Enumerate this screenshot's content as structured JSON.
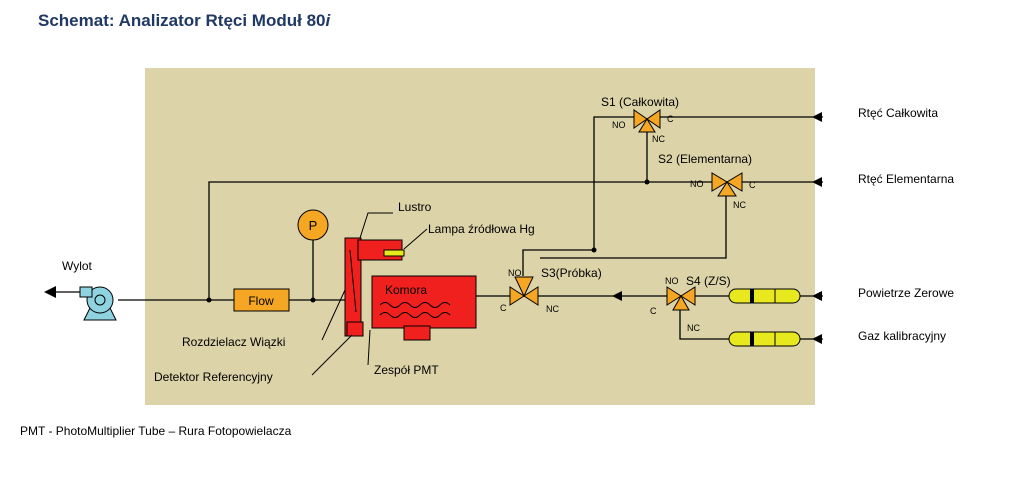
{
  "title": {
    "main": "Schemat: Analizator Rtęci Moduł 80",
    "suffix": "i"
  },
  "footnote": "PMT - PhotoMultiplier Tube – Rura Fotopowielacza",
  "inputs": {
    "total": "Rtęć Całkowita",
    "elemental": "Rtęć Elementarna",
    "zero_air": "Powietrze Zerowe",
    "cal_gas": "Gaz kalibracyjny"
  },
  "outlet": "Wylot",
  "components": {
    "flow": "Flow",
    "pressure": "P",
    "mirror": "Lustro",
    "lamp": "Lampa źródłowa Hg",
    "chamber": "Komora",
    "splitter": "Rozdzielacz Wiązki",
    "ref_detector": "Detektor Referencyjny",
    "pmt": "Zespół PMT"
  },
  "valves": {
    "s1": {
      "name": "S1 (Całkowita)",
      "no": "NO",
      "nc": "NC",
      "c": "C"
    },
    "s2": {
      "name": "S2 (Elementarna)",
      "no": "NO",
      "nc": "NC",
      "c": "C"
    },
    "s3": {
      "name": "S3(Próbka)",
      "no": "NO",
      "nc": "NC",
      "c": "C"
    },
    "s4": {
      "name": "S4 (Z/S)",
      "no": "NO",
      "nc": "NC",
      "c": "C"
    }
  },
  "colors": {
    "panel": "#ddd3a8",
    "title": "#1f3864",
    "valve": "#f5a623",
    "chamber": "#f0201e",
    "flow_box": "#f5a623",
    "pump": "#8fd3e0",
    "filter": "#e8e81e"
  }
}
